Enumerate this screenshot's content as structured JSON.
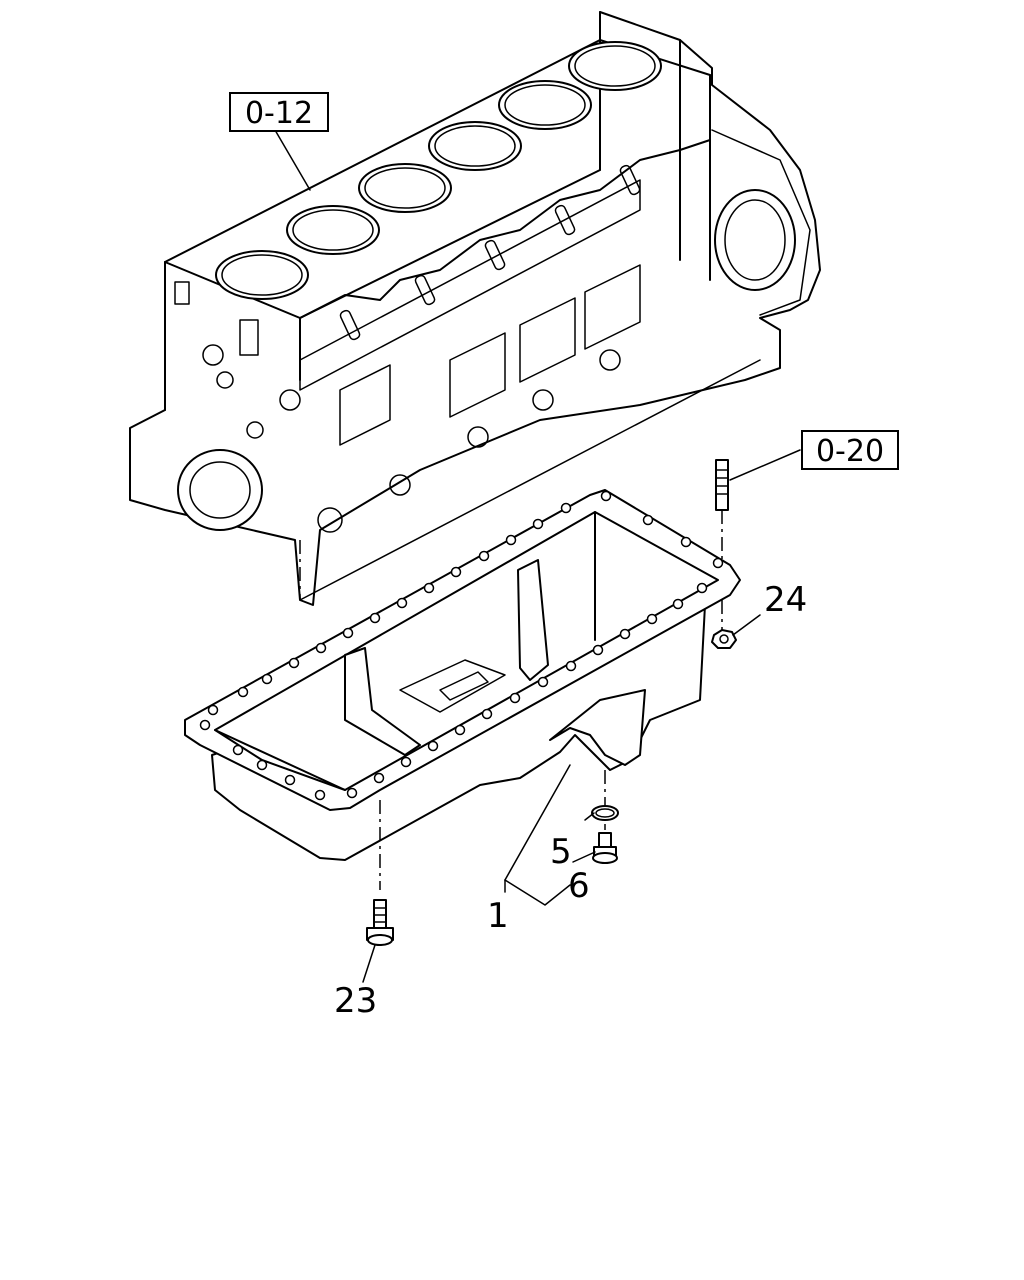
{
  "references": [
    {
      "id": "ref-block",
      "label": "0-12"
    },
    {
      "id": "ref-stud",
      "label": "0-20"
    }
  ],
  "callouts": {
    "oil_pan": "1",
    "o_ring": "5",
    "drain_plug": "6",
    "pan_bolt": "23",
    "pan_nut": "24"
  }
}
